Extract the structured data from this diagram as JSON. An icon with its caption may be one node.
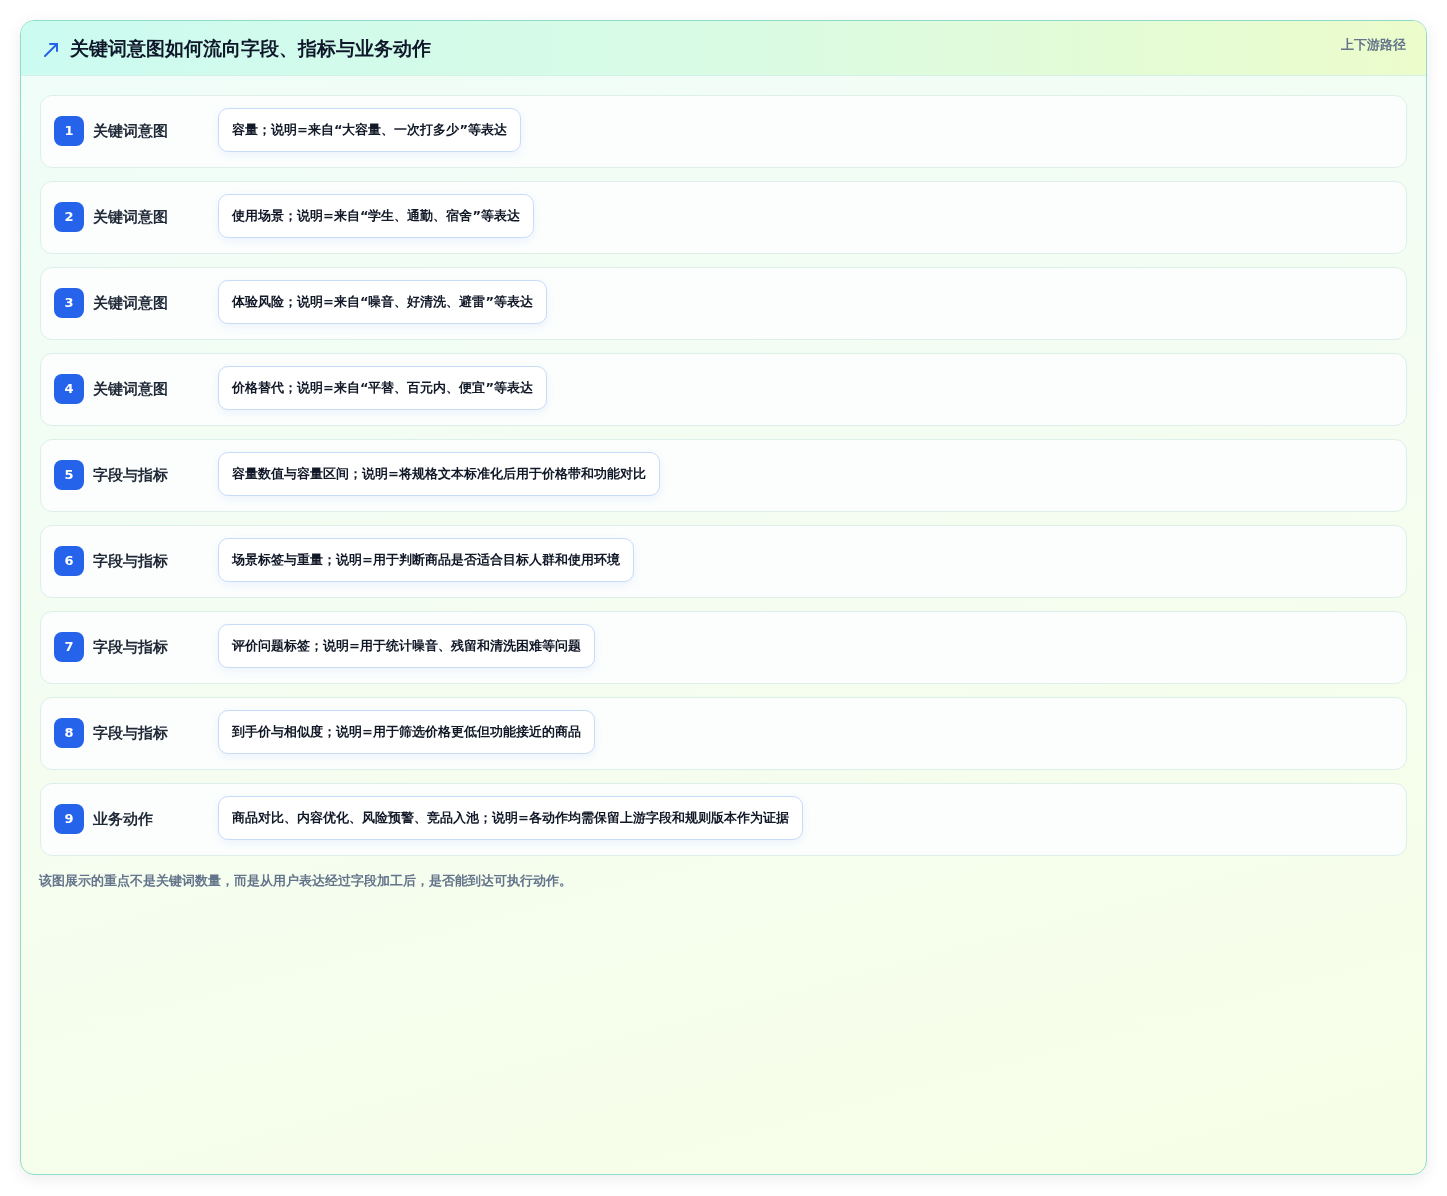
{
  "diagram": {
    "title": "关键词意图如何流向字段、指标与业务动作",
    "caption": "该图展示的重点不是关键词数量，而是从用户表达经过字段加工后，是否能到达可执行动作。",
    "nodes": [
      {
        "text": [
          "关键词意图"
        ]
      },
      {
        "text": [
          "1"
        ],
        "in": 0
      },
      {
        "text": [
          "容量；说明=来自“大容量、一次打多少”等表达"
        ],
        "in": 0
      },
      {
        "text": [
          "关键词意图"
        ]
      },
      {
        "text": [
          "2"
        ],
        "in": 3
      },
      {
        "text": [
          "使用场景；说明=来自“学生、通勤、宿舍”等表达"
        ],
        "in": 3
      },
      {
        "text": [
          "关键词意图"
        ]
      },
      {
        "text": [
          "3"
        ],
        "in": 6
      },
      {
        "text": [
          "体验风险；说明=来自“噪音、好清洗、避雷”等表达"
        ],
        "in": 6
      },
      {
        "text": [
          "关键词意图"
        ]
      },
      {
        "text": [
          "4"
        ],
        "in": 9
      },
      {
        "text": [
          "价格替代；说明=来自“平替、百元内、便宜”等表达"
        ],
        "in": 9
      },
      {
        "text": [
          "字段与指标"
        ]
      },
      {
        "text": [
          "5"
        ],
        "in": 12
      },
      {
        "text": [
          "容量数值与容量区间；说明=将规格文本标准化后用于价格带和功能对比"
        ],
        "in": 12
      },
      {
        "text": [
          "字段与指标"
        ]
      },
      {
        "text": [
          "6"
        ],
        "in": 15
      },
      {
        "text": [
          "场景标签与重量；说明=用于判断商品是否适合目标人群和使用环境"
        ],
        "in": 15
      },
      {
        "text": [
          "字段与指标"
        ]
      },
      {
        "text": [
          "7"
        ],
        "in": 18
      },
      {
        "text": [
          "评价问题标签；说明=用于统计噪音、残留和清洗困难等问题"
        ],
        "in": 18
      },
      {
        "text": [
          "字段与指标"
        ]
      },
      {
        "text": [
          "8"
        ],
        "in": 21
      },
      {
        "text": [
          "到手价与相似度；说明=用于筛选价格更低但功能接近的商品"
        ],
        "in": 21
      },
      {
        "text": [
          "业务动作"
        ]
      },
      {
        "text": [
          "9"
        ],
        "in": 24
      },
      {
        "text": [
          "商品对比、内容优化、风险预警、竞品入池；说明=各动作均需保留上游字段和规则版本作为证据"
        ],
        "in": 24
      }
    ],
    "labels": [
      "上下游路径"
    ]
  }
}
